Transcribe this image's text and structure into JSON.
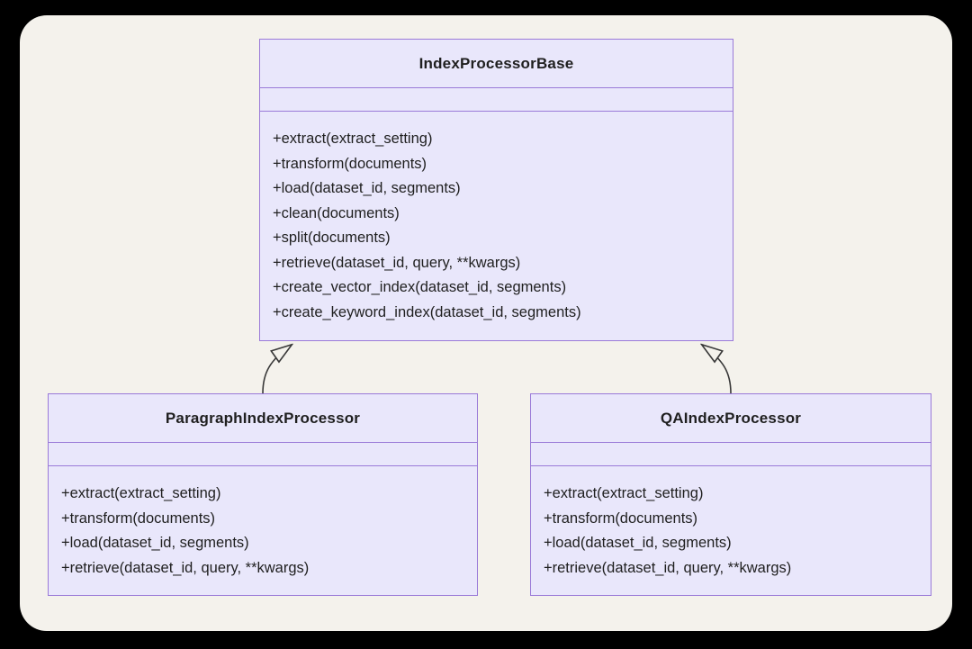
{
  "diagram": {
    "type": "uml-class-diagram",
    "colors": {
      "frame_background": "#000000",
      "panel_background": "#f4f2ec",
      "class_fill": "#e9e7fb",
      "class_border": "#9a7ad8",
      "text": "#1f1f1f",
      "edge_stroke": "#383838"
    },
    "classes": [
      {
        "name": "IndexProcessorBase",
        "attributes": [],
        "methods": [
          "+extract(extract_setting)",
          "+transform(documents)",
          "+load(dataset_id, segments)",
          "+clean(documents)",
          "+split(documents)",
          "+retrieve(dataset_id, query, **kwargs)",
          "+create_vector_index(dataset_id, segments)",
          "+create_keyword_index(dataset_id, segments)"
        ]
      },
      {
        "name": "ParagraphIndexProcessor",
        "attributes": [],
        "methods": [
          "+extract(extract_setting)",
          "+transform(documents)",
          "+load(dataset_id, segments)",
          "+retrieve(dataset_id, query, **kwargs)"
        ]
      },
      {
        "name": "QAIndexProcessor",
        "attributes": [],
        "methods": [
          "+extract(extract_setting)",
          "+transform(documents)",
          "+load(dataset_id, segments)",
          "+retrieve(dataset_id, query, **kwargs)"
        ]
      }
    ],
    "relations": [
      {
        "from": "ParagraphIndexProcessor",
        "to": "IndexProcessorBase",
        "type": "inheritance"
      },
      {
        "from": "QAIndexProcessor",
        "to": "IndexProcessorBase",
        "type": "inheritance"
      }
    ]
  }
}
